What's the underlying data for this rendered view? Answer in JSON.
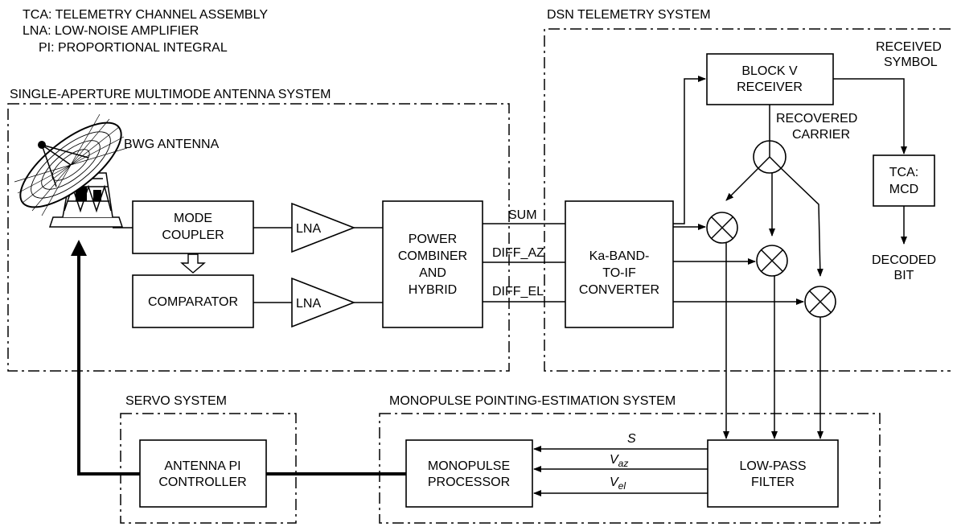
{
  "legend": {
    "tca": "TCA: TELEMETRY CHANNEL ASSEMBLY",
    "lna": "LNA: LOW-NOISE AMPLIFIER",
    "pi": "PI: PROPORTIONAL INTEGRAL"
  },
  "systems": {
    "antenna": "SINGLE-APERTURE MULTIMODE ANTENNA SYSTEM",
    "dsn": "DSN TELEMETRY SYSTEM",
    "servo": "SERVO SYSTEM",
    "monopulse": "MONOPULSE POINTING-ESTIMATION SYSTEM"
  },
  "antenna": {
    "label": "BWG ANTENNA"
  },
  "blocks": {
    "mode_coupler": [
      "MODE",
      "COUPLER"
    ],
    "comparator": "COMPARATOR",
    "lna": "LNA",
    "power_combiner": [
      "POWER",
      "COMBINER",
      "AND",
      "HYBRID"
    ],
    "converter": [
      "Ka-BAND-",
      "TO-IF",
      "CONVERTER"
    ],
    "receiver": [
      "BLOCK V",
      "RECEIVER"
    ],
    "tca": [
      "TCA:",
      "MCD"
    ],
    "antenna_pi": [
      "ANTENNA PI",
      "CONTROLLER"
    ],
    "monopulse_processor": [
      "MONOPULSE",
      "PROCESSOR"
    ],
    "low_pass_filter": [
      "LOW-PASS",
      "FILTER"
    ]
  },
  "signals": {
    "sum": "SUM",
    "diff_az": "DIFF_AZ",
    "diff_el": "DIFF_EL",
    "received_symbol": [
      "RECEIVED",
      "SYMBOL"
    ],
    "recovered_carrier": [
      "RECOVERED",
      "CARRIER"
    ],
    "decoded_bit": [
      "DECODED",
      "BIT"
    ],
    "s": "S",
    "v": "V",
    "az": "az",
    "el": "el"
  }
}
